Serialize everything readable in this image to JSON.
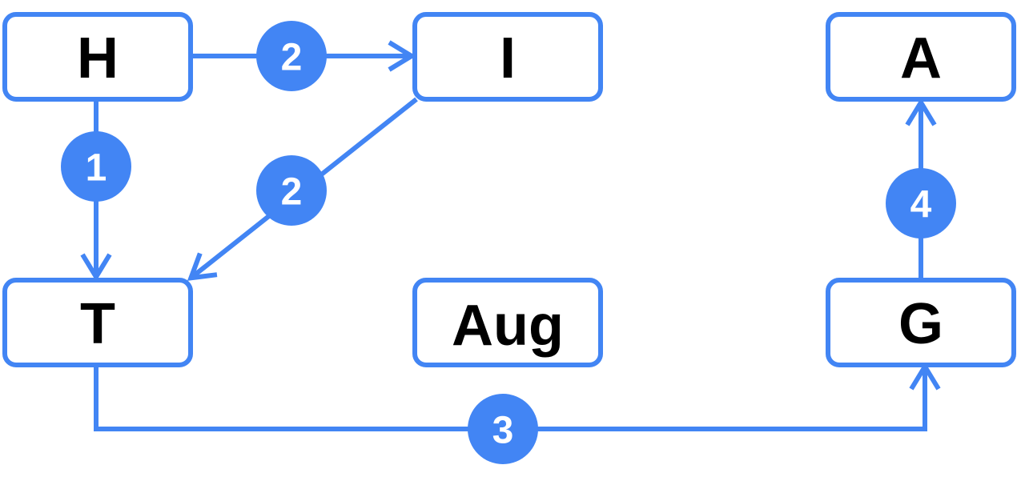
{
  "colors": {
    "accent": "#4285f4",
    "node_fill": "#ffffff",
    "label": "#000000",
    "badge_text": "#ffffff"
  },
  "nodes": {
    "H": "H",
    "I": "I",
    "A": "A",
    "T": "T",
    "Aug": "Aug",
    "G": "G"
  },
  "edges": {
    "h_to_i": {
      "from": "H",
      "to": "I",
      "label": "2"
    },
    "h_to_t": {
      "from": "H",
      "to": "T",
      "label": "1"
    },
    "i_to_t": {
      "from": "I",
      "to": "T",
      "label": "2"
    },
    "g_to_a": {
      "from": "G",
      "to": "A",
      "label": "4"
    },
    "t_to_g": {
      "from": "T",
      "to": "G",
      "label": "3"
    }
  }
}
